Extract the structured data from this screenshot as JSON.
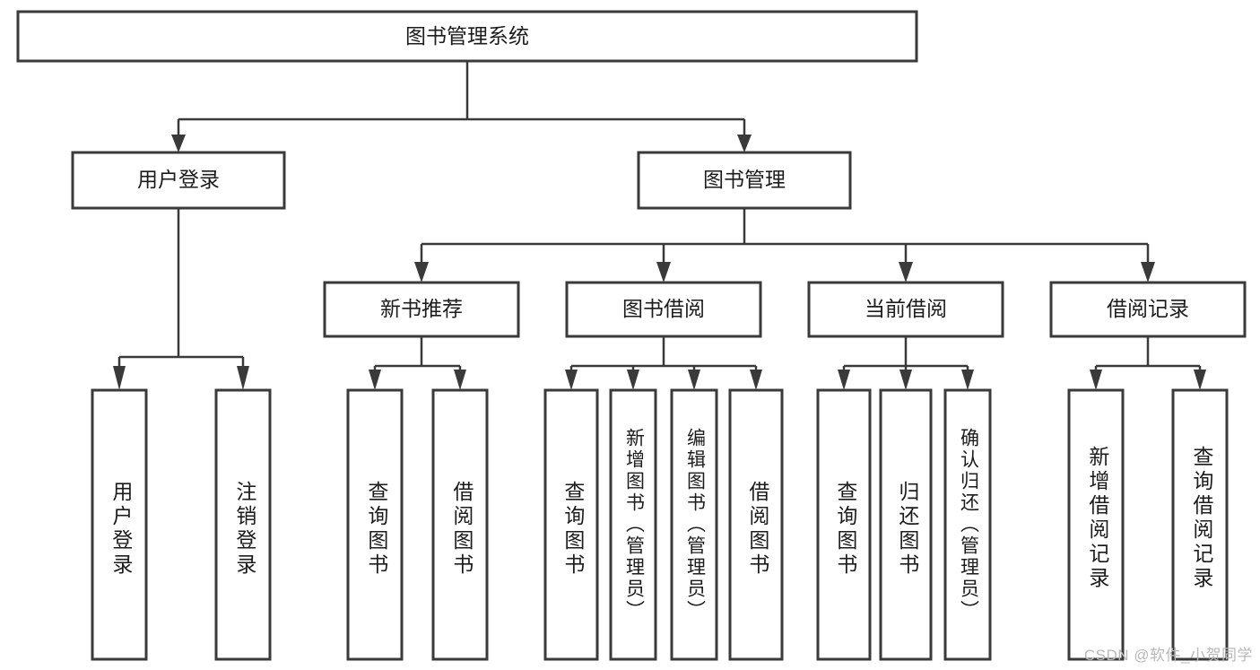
{
  "diagram": {
    "type": "tree-hierarchy",
    "title": "图书管理系统",
    "watermark": "CSDN @软件_小贺同学",
    "colors": {
      "background": "#ffffff",
      "box_stroke": "#3a3a3a",
      "box_fill": "#ffffff",
      "text": "#1c1c1c",
      "watermark": "#b9b9b9"
    },
    "levels": {
      "root": {
        "label": "图书管理系统"
      },
      "level2": [
        {
          "label": "用户登录"
        },
        {
          "label": "图书管理"
        }
      ],
      "level3": [
        {
          "label": "新书推荐"
        },
        {
          "label": "图书借阅"
        },
        {
          "label": "当前借阅"
        },
        {
          "label": "借阅记录"
        }
      ]
    },
    "leaves": {
      "user_login": [
        {
          "label": "用户登录"
        },
        {
          "label": "注销登录"
        }
      ],
      "new_book_recommend": [
        {
          "label": "查询图书"
        },
        {
          "label": "借阅图书"
        }
      ],
      "book_borrow": [
        {
          "label": "查询图书"
        },
        {
          "label": "新增图书（管理员）"
        },
        {
          "label": "编辑图书（管理员）"
        },
        {
          "label": "借阅图书"
        }
      ],
      "current_borrow": [
        {
          "label": "查询图书"
        },
        {
          "label": "归还图书"
        },
        {
          "label": "确认归还（管理员）"
        }
      ],
      "borrow_record": [
        {
          "label": "新增借阅记录"
        },
        {
          "label": "查询借阅记录"
        }
      ]
    }
  }
}
